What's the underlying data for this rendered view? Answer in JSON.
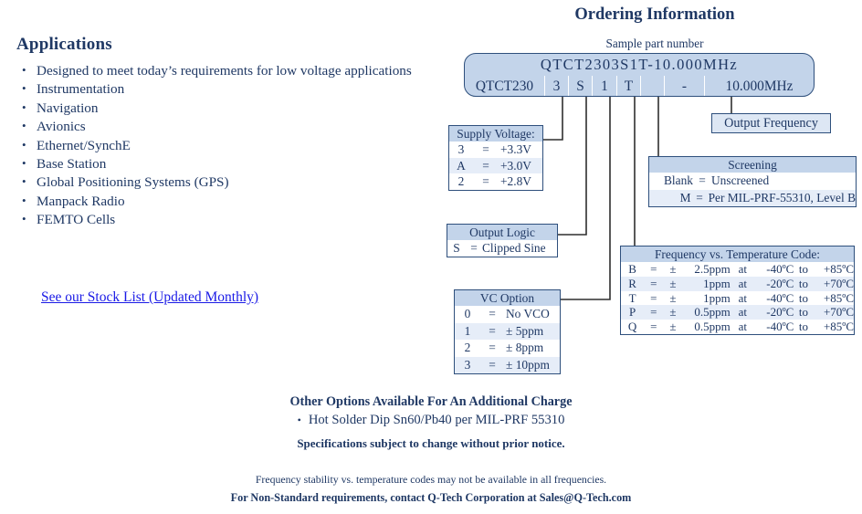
{
  "applications": {
    "heading": "Applications",
    "items": [
      "Designed to meet today’s requirements for low voltage applications",
      "Instrumentation",
      "Navigation",
      "Avionics",
      "Ethernet/SynchE",
      "Base Station",
      "Global Positioning Systems (GPS)",
      "Manpack Radio",
      "FEMTO Cells"
    ],
    "stock_list_link": "See our Stock List (Updated Monthly)"
  },
  "ordering": {
    "title": "Ordering Information",
    "sample_label": "Sample part number",
    "part_number_full": "QTCT2303S1T-10.000MHz",
    "part_number_cells": [
      "QTCT230",
      "3",
      "S",
      "1",
      "T",
      "",
      "-",
      "10.000MHz"
    ]
  },
  "supply_voltage": {
    "header": "Supply Voltage:",
    "rows": [
      {
        "code": "3",
        "eq": "=",
        "value": "+3.3V"
      },
      {
        "code": "A",
        "eq": "=",
        "value": "+3.0V"
      },
      {
        "code": "2",
        "eq": "=",
        "value": "+2.8V"
      }
    ]
  },
  "output_logic": {
    "header": "Output Logic",
    "rows": [
      {
        "code": "S",
        "eq": "=",
        "value": "Clipped Sine"
      }
    ]
  },
  "vc_option": {
    "header": "VC Option",
    "rows": [
      {
        "code": "0",
        "eq": "=",
        "value": "No VCO"
      },
      {
        "code": "1",
        "eq": "=",
        "value": "± 5ppm"
      },
      {
        "code": "2",
        "eq": "=",
        "value": "± 8ppm"
      },
      {
        "code": "3",
        "eq": "=",
        "value": "± 10ppm"
      }
    ]
  },
  "screening": {
    "header": "Screening",
    "rows": [
      {
        "code": "Blank",
        "eq": "=",
        "value": "Unscreened"
      },
      {
        "code": "M",
        "eq": "=",
        "value": "Per MIL-PRF-55310, Level B"
      }
    ]
  },
  "freq_temp": {
    "header": "Frequency vs. Temperature Code:",
    "rows": [
      {
        "code": "B",
        "eq": "=",
        "pm": "±",
        "ppm": "2.5ppm",
        "at": "at",
        "tlow": "-40ºC",
        "to": "to",
        "thigh": "+85ºC"
      },
      {
        "code": "R",
        "eq": "=",
        "pm": "±",
        "ppm": "1ppm",
        "at": "at",
        "tlow": "-20ºC",
        "to": "to",
        "thigh": "+70ºC"
      },
      {
        "code": "T",
        "eq": "=",
        "pm": "±",
        "ppm": "1ppm",
        "at": "at",
        "tlow": "-40ºC",
        "to": "to",
        "thigh": "+85ºC"
      },
      {
        "code": "P",
        "eq": "=",
        "pm": "±",
        "ppm": "0.5ppm",
        "at": "at",
        "tlow": "-20ºC",
        "to": "to",
        "thigh": "+70ºC"
      },
      {
        "code": "Q",
        "eq": "=",
        "pm": "±",
        "ppm": "0.5ppm",
        "at": "at",
        "tlow": "-40ºC",
        "to": "to",
        "thigh": "+85ºC"
      }
    ]
  },
  "output_frequency": {
    "label": "Output Frequency"
  },
  "bottom": {
    "other_options_heading": "Other Options Available For An Additional Charge",
    "other_options_item": "Hot Solder Dip Sn60/Pb40 per MIL-PRF 55310",
    "specs_notice": "Specifications subject to change without prior notice.",
    "footnote_1": "Frequency stability vs. temperature codes may not be available in all frequencies.",
    "footnote_2": "For Non-Standard requirements, contact Q-Tech Corporation at Sales@Q-Tech.com"
  },
  "colors": {
    "text_navy": "#1f3864",
    "header_blue": "#c3d4ea",
    "row_alt_blue": "#e6edf8",
    "border_blue": "#2e4f7c",
    "link_blue": "#1a1ae6"
  }
}
